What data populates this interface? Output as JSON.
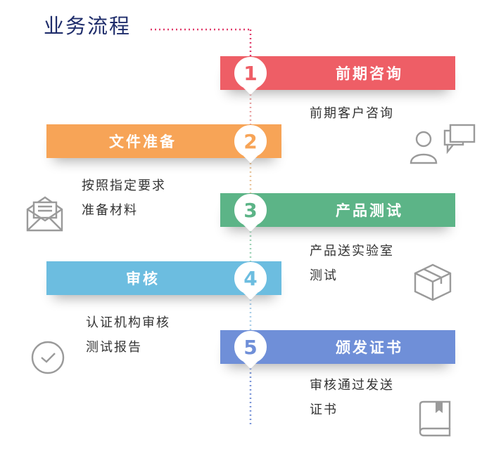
{
  "title": "业务流程",
  "steps": [
    {
      "num": "1",
      "label": "前期咨询",
      "desc": [
        "前期客户咨询"
      ],
      "color": "#ee5e66",
      "icon": "chat-user-icon"
    },
    {
      "num": "2",
      "label": "文件准备",
      "desc": [
        "按照指定要求",
        "准备材料"
      ],
      "color": "#f7a457",
      "icon": "envelope-icon"
    },
    {
      "num": "3",
      "label": "产品测试",
      "desc": [
        "产品送实验室",
        "测试"
      ],
      "color": "#5cb487",
      "icon": "box-icon"
    },
    {
      "num": "4",
      "label": "审核",
      "desc": [
        "认证机构审核",
        "测试报告"
      ],
      "color": "#6cbde0",
      "icon": "check-circle-icon"
    },
    {
      "num": "5",
      "label": "颁发证书",
      "desc": [
        "审核通过发送",
        "证书"
      ],
      "color": "#6f8fd8",
      "icon": "book-icon"
    }
  ]
}
